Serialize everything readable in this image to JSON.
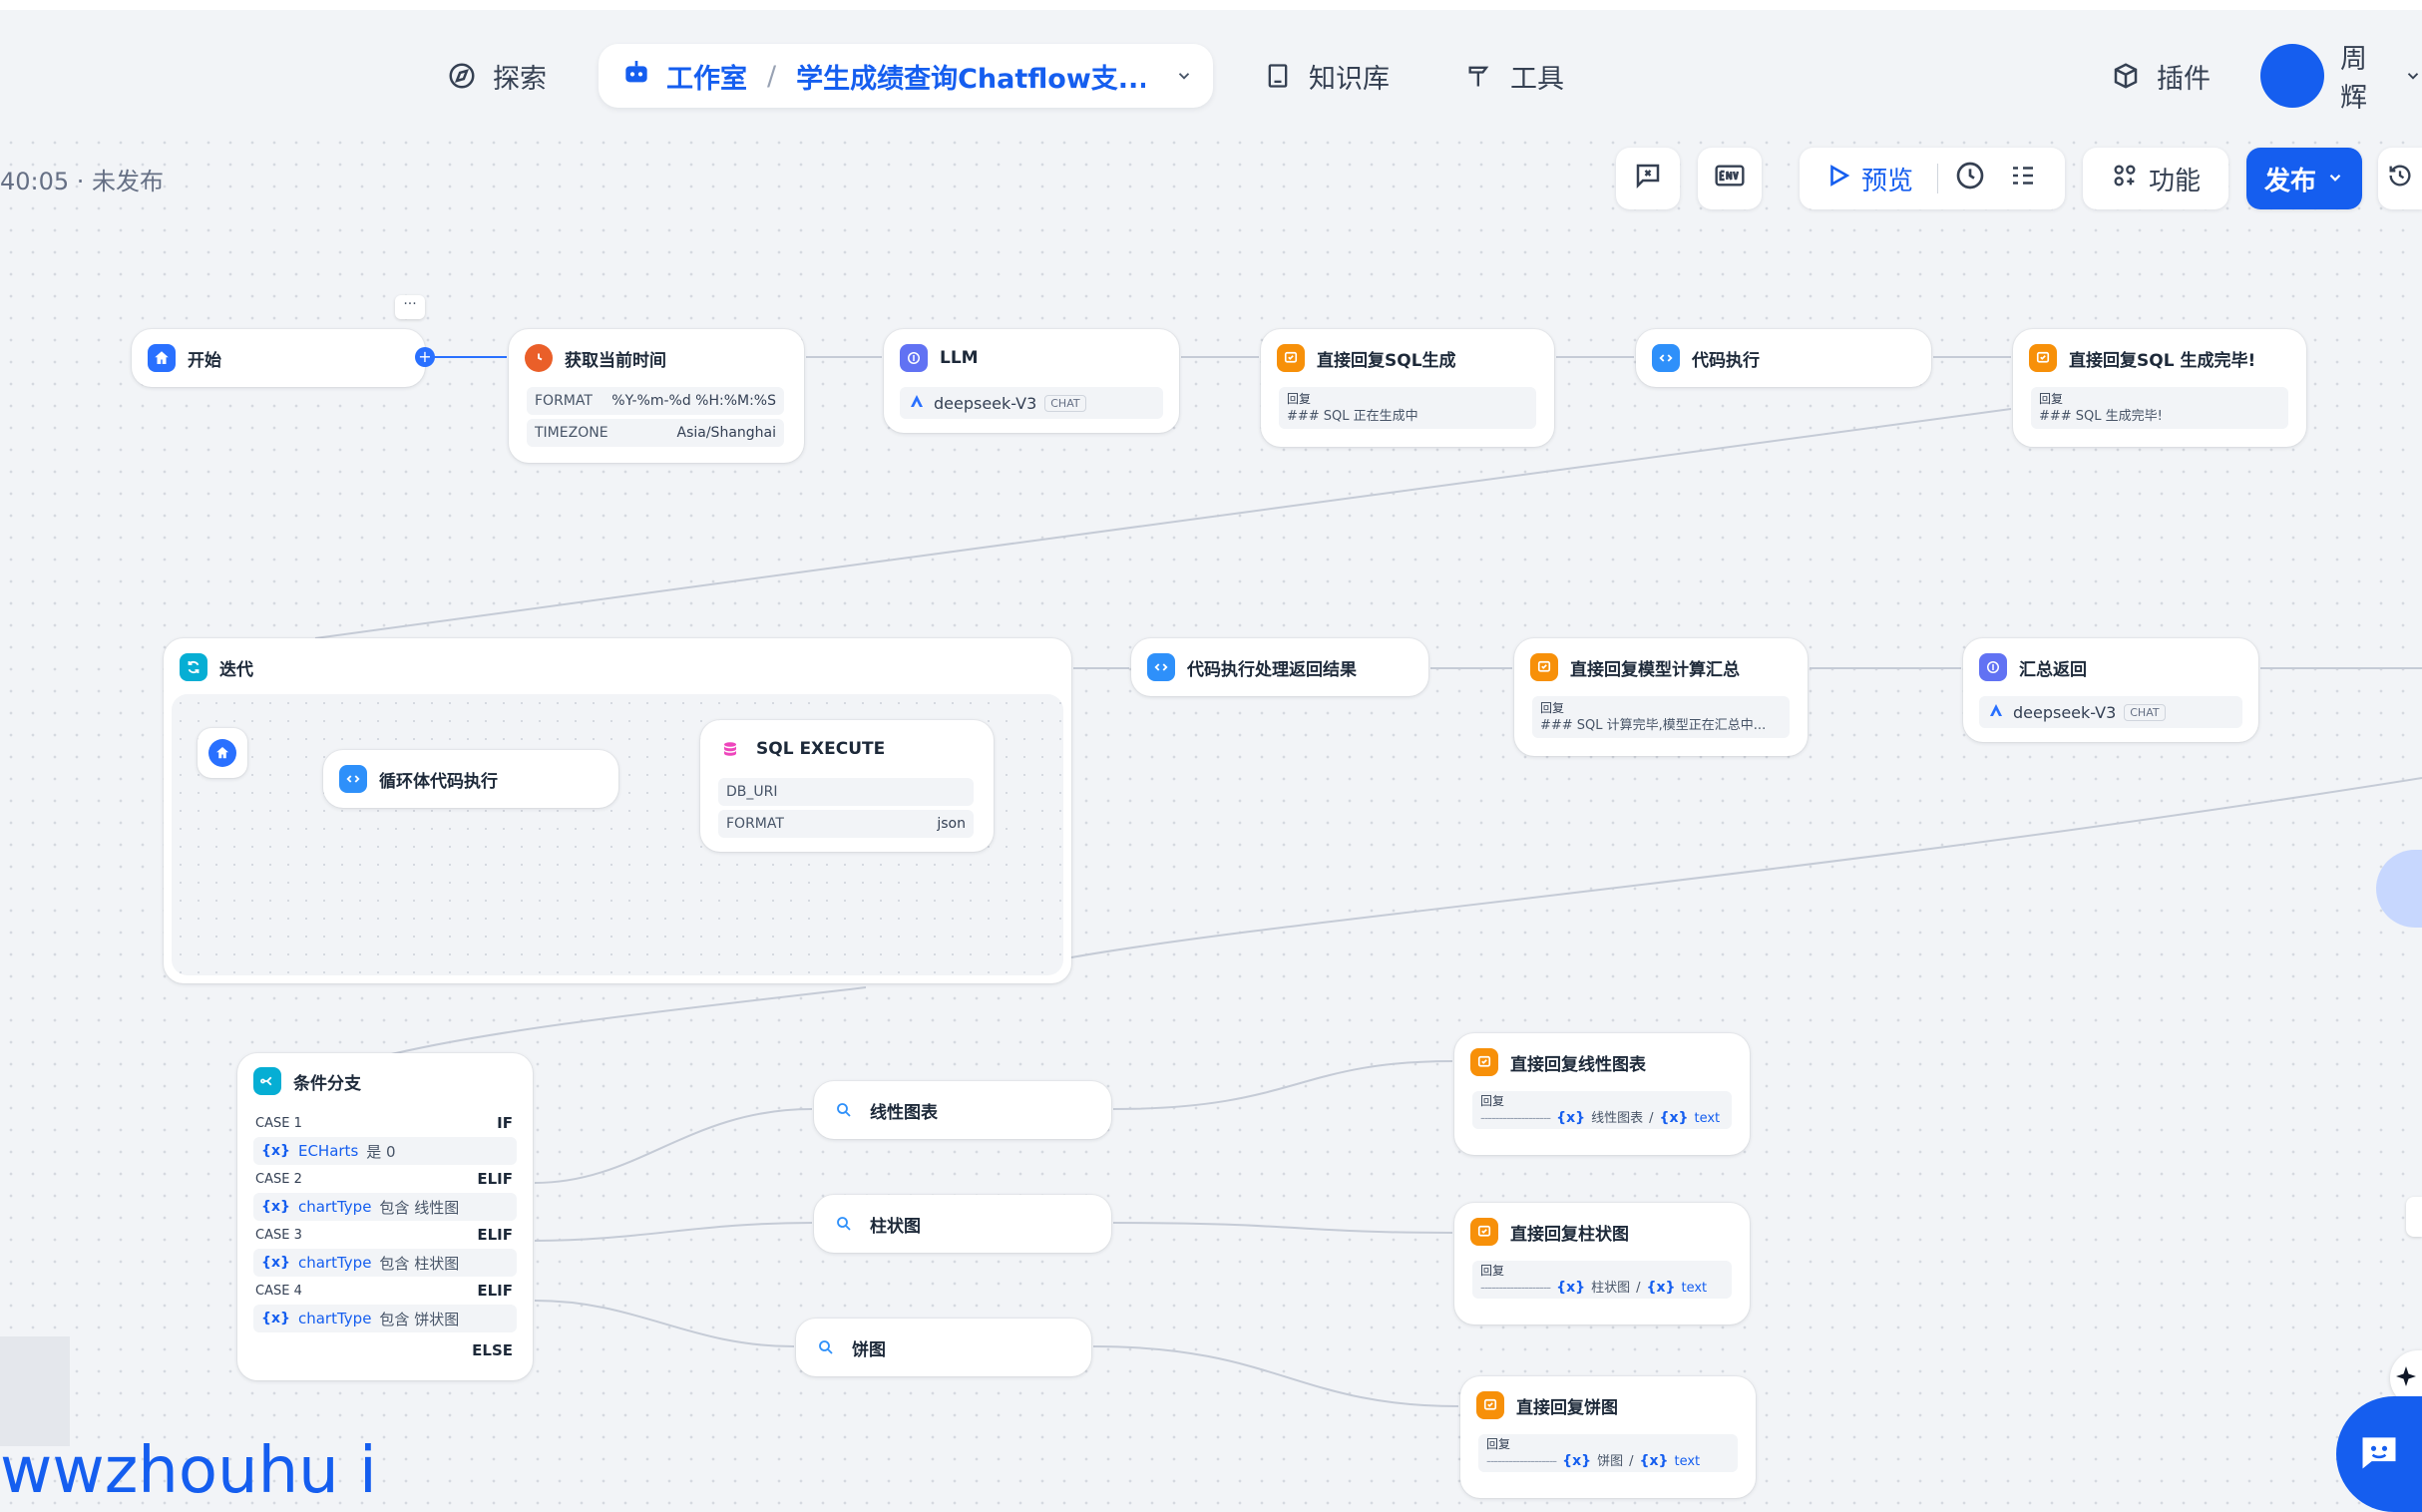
{
  "nav": {
    "explore": "探索",
    "studio": "工作室",
    "app_name": "学生成绩查询Chatflow支...",
    "knowledge": "知识库",
    "tools": "工具",
    "plugins": "插件",
    "user_name": "周辉"
  },
  "subbar": {
    "status": "40:05 · 未发布"
  },
  "toolbar": {
    "preview": "预览",
    "features": "功能",
    "publish": "发布"
  },
  "nodes": {
    "start": {
      "title": "开始"
    },
    "get_time": {
      "title": "获取当前时间",
      "params": [
        {
          "k": "FORMAT",
          "v": "%Y-%m-%d %H:%M:%S"
        },
        {
          "k": "TIMEZONE",
          "v": "Asia/Shanghai"
        }
      ]
    },
    "llm": {
      "title": "LLM",
      "model": "deepseek-V3",
      "badge": "CHAT"
    },
    "reply_sql_gen": {
      "title": "直接回复SQL生成",
      "label": "回复",
      "text": "### SQL 正在生成中"
    },
    "code_exec": {
      "title": "代码执行"
    },
    "reply_sql_done": {
      "title": "直接回复SQL 生成完毕!",
      "label": "回复",
      "text": "### SQL 生成完毕!"
    },
    "iteration": {
      "title": "迭代"
    },
    "loop_code": {
      "title": "循环体代码执行"
    },
    "sql_execute": {
      "title": "SQL EXECUTE",
      "params": [
        {
          "k": "DB_URI",
          "v": ""
        },
        {
          "k": "FORMAT",
          "v": "json"
        }
      ]
    },
    "code_process": {
      "title": "代码执行处理返回结果"
    },
    "reply_model": {
      "title": "直接回复模型计算汇总",
      "label": "回复",
      "text": "### SQL 计算完毕,模型正在汇总中..."
    },
    "summary": {
      "title": "汇总返回",
      "model": "deepseek-V3",
      "badge": "CHAT"
    },
    "if_else": {
      "title": "条件分支",
      "cases": [
        {
          "case": "CASE 1",
          "kw": "IF",
          "var": "ECHarts",
          "op": "是 0"
        },
        {
          "case": "CASE 2",
          "kw": "ELIF",
          "var": "chartType",
          "op": "包含 线性图"
        },
        {
          "case": "CASE 3",
          "kw": "ELIF",
          "var": "chartType",
          "op": "包含 柱状图"
        },
        {
          "case": "CASE 4",
          "kw": "ELIF",
          "var": "chartType",
          "op": "包含 饼状图"
        }
      ],
      "else": "ELSE",
      "brace": "{x}"
    },
    "line_chart": {
      "title": "线性图表"
    },
    "bar_chart": {
      "title": "柱状图"
    },
    "pie_chart": {
      "title": "饼图"
    },
    "reply_line": {
      "title": "直接回复线性图表",
      "label": "回复",
      "dashes": "-------------------",
      "var1": "线性图表",
      "var2": "text"
    },
    "reply_bar": {
      "title": "直接回复柱状图",
      "label": "回复",
      "dashes": "-------------------",
      "var1": "柱状图",
      "var2": "text"
    },
    "reply_pie": {
      "title": "直接回复饼图",
      "label": "回复",
      "dashes": "-------------------",
      "var1": "饼图",
      "var2": "text"
    }
  },
  "watermark": "wwzhouhu i",
  "colors": {
    "accent": "#155eef",
    "edge": "#2970ff",
    "canvas": "#f2f4f7"
  }
}
